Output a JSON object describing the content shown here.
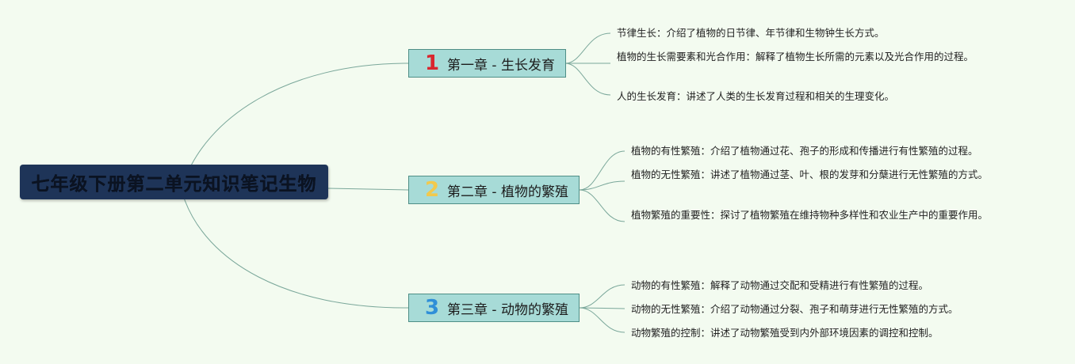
{
  "root": {
    "title": "七年级下册第二单元知识笔记生物"
  },
  "chapters": [
    {
      "number": "1",
      "number_color": "#d9262e",
      "label": "第一章 - 生长发育",
      "items": [
        "节律生长：介绍了植物的日节律、年节律和生物钟生长方式。",
        "植物的生长需要素和光合作用：解释了植物生长所需的元素以及光合作用的过程。",
        "人的生长发育：讲述了人类的生长发育过程和相关的生理变化。"
      ]
    },
    {
      "number": "2",
      "number_color": "#f2c94c",
      "label": "第二章 - 植物的繁殖",
      "items": [
        "植物的有性繁殖：介绍了植物通过花、孢子的形成和传播进行有性繁殖的过程。",
        "植物的无性繁殖：讲述了植物通过茎、叶、根的发芽和分蘖进行无性繁殖的方式。",
        "植物繁殖的重要性：探讨了植物繁殖在维持物种多样性和农业生产中的重要作用。"
      ]
    },
    {
      "number": "3",
      "number_color": "#2f8fd8",
      "label": "第三章 - 动物的繁殖",
      "items": [
        "动物的有性繁殖：解释了动物通过交配和受精进行有性繁殖的过程。",
        "动物的无性繁殖：介绍了动物通过分裂、孢子和萌芽进行无性繁殖的方式。",
        "动物繁殖的控制：讲述了动物繁殖受到内外部环境因素的调控和控制。"
      ]
    }
  ],
  "colors": {
    "background": "#f3fbf0",
    "root_fill": "#1e3458",
    "chapter_fill": "#a7dbd7",
    "chapter_border": "#4e8e86",
    "connector": "#7aa79a"
  }
}
